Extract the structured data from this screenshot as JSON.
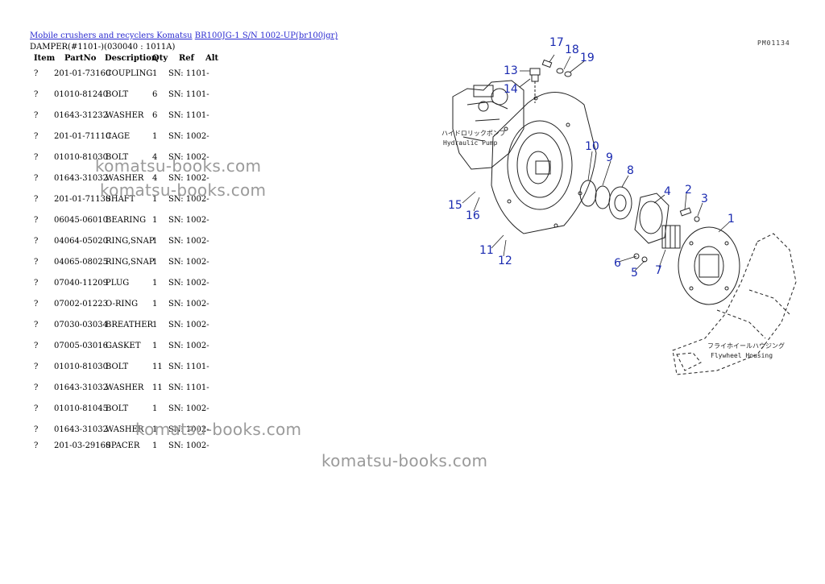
{
  "breadcrumb": {
    "link1": "Mobile crushers and recyclers Komatsu",
    "link2": "BR100JG-1 S/N 1002-UP(br100jgr)"
  },
  "subtitle": "DAMPER(#1101-)(030040 : 1011A)",
  "table": {
    "headers": {
      "item": "Item",
      "partno": "PartNo",
      "description": "Description",
      "qty": "Qty",
      "ref": "Ref",
      "alt": "Alt"
    },
    "rows": [
      {
        "item": "?",
        "partno": "201-01-73160",
        "description": "COUPLING",
        "qty": "1",
        "ref": "SN: 1101-"
      },
      {
        "item": "?",
        "partno": "01010-81240",
        "description": "BOLT",
        "qty": "6",
        "ref": "SN: 1101-"
      },
      {
        "item": "?",
        "partno": "01643-31232",
        "description": "WASHER",
        "qty": "6",
        "ref": "SN: 1101-"
      },
      {
        "item": "?",
        "partno": "201-01-71110",
        "description": "CAGE",
        "qty": "1",
        "ref": "SN: 1002-"
      },
      {
        "item": "?",
        "partno": "01010-81030",
        "description": "BOLT",
        "qty": "4",
        "ref": "SN: 1002-"
      },
      {
        "item": "?",
        "partno": "01643-31032",
        "description": "WASHER",
        "qty": "4",
        "ref": "SN: 1002-"
      },
      {
        "item": "?",
        "partno": "201-01-71130",
        "description": "SHAFT",
        "qty": "1",
        "ref": "SN: 1002-"
      },
      {
        "item": "?",
        "partno": "06045-06010",
        "description": "BEARING",
        "qty": "1",
        "ref": "SN: 1002-"
      },
      {
        "item": "?",
        "partno": "04064-05020",
        "description": "RING,SNAP",
        "qty": "1",
        "ref": "SN: 1002-"
      },
      {
        "item": "?",
        "partno": "04065-08025",
        "description": "RING,SNAP",
        "qty": "1",
        "ref": "SN: 1002-"
      },
      {
        "item": "?",
        "partno": "07040-11209",
        "description": "PLUG",
        "qty": "1",
        "ref": "SN: 1002-"
      },
      {
        "item": "?",
        "partno": "07002-01223",
        "description": "O-RING",
        "qty": "1",
        "ref": "SN: 1002-"
      },
      {
        "item": "?",
        "partno": "07030-03034",
        "description": "BREATHER",
        "qty": "1",
        "ref": "SN: 1002-"
      },
      {
        "item": "?",
        "partno": "07005-03016",
        "description": "GASKET",
        "qty": "1",
        "ref": "SN: 1002-"
      },
      {
        "item": "?",
        "partno": "01010-81030",
        "description": "BOLT",
        "qty": "11",
        "ref": "SN: 1101-"
      },
      {
        "item": "?",
        "partno": "01643-31032",
        "description": "WASHER",
        "qty": "11",
        "ref": "SN: 1101-"
      },
      {
        "item": "?",
        "partno": "01010-81045",
        "description": "BOLT",
        "qty": "1",
        "ref": "SN: 1002-"
      },
      {
        "item": "?",
        "partno": "01643-31032",
        "description": "WASHER",
        "qty": "1",
        "ref": "SN: 1002-"
      },
      {
        "item": "?",
        "partno": "201-03-29160",
        "description": "SPACER",
        "qty": "1",
        "ref": "SN: 1002-"
      }
    ]
  },
  "watermarks": [
    "komatsu-books.com",
    "komatsu-books.com",
    "komatsu-books.com",
    "komatsu-books.com"
  ],
  "diagram": {
    "page_ref": "PM01134",
    "labels": {
      "hydraulic_jp": "ハイドロリックポンプ",
      "hydraulic_en": "Hydraulic Pump",
      "flywheel_jp": "フライホイールハウジング",
      "flywheel_en": "Flywheel Housing"
    },
    "callouts": [
      "17",
      "18",
      "19",
      "13",
      "14",
      "10",
      "9",
      "8",
      "4",
      "2",
      "3",
      "1",
      "15",
      "16",
      "11",
      "12",
      "6",
      "5",
      "7"
    ]
  }
}
